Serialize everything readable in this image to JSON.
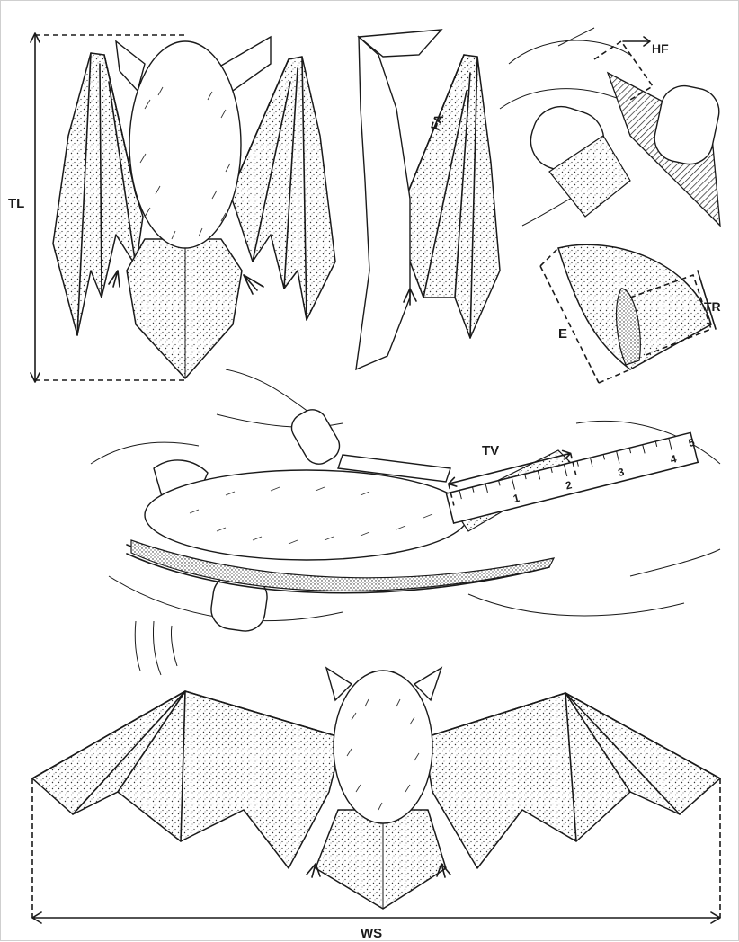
{
  "labels": {
    "tl": "TL",
    "fa": "FA",
    "hf": "HF",
    "tr": "TR",
    "e": "E",
    "tv": "TV",
    "ws": "WS"
  },
  "ruler": {
    "ticks": [
      "1",
      "2",
      "3",
      "4",
      "5"
    ]
  },
  "colors": {
    "ink": "#1a1a1a",
    "paper": "#ffffff"
  }
}
